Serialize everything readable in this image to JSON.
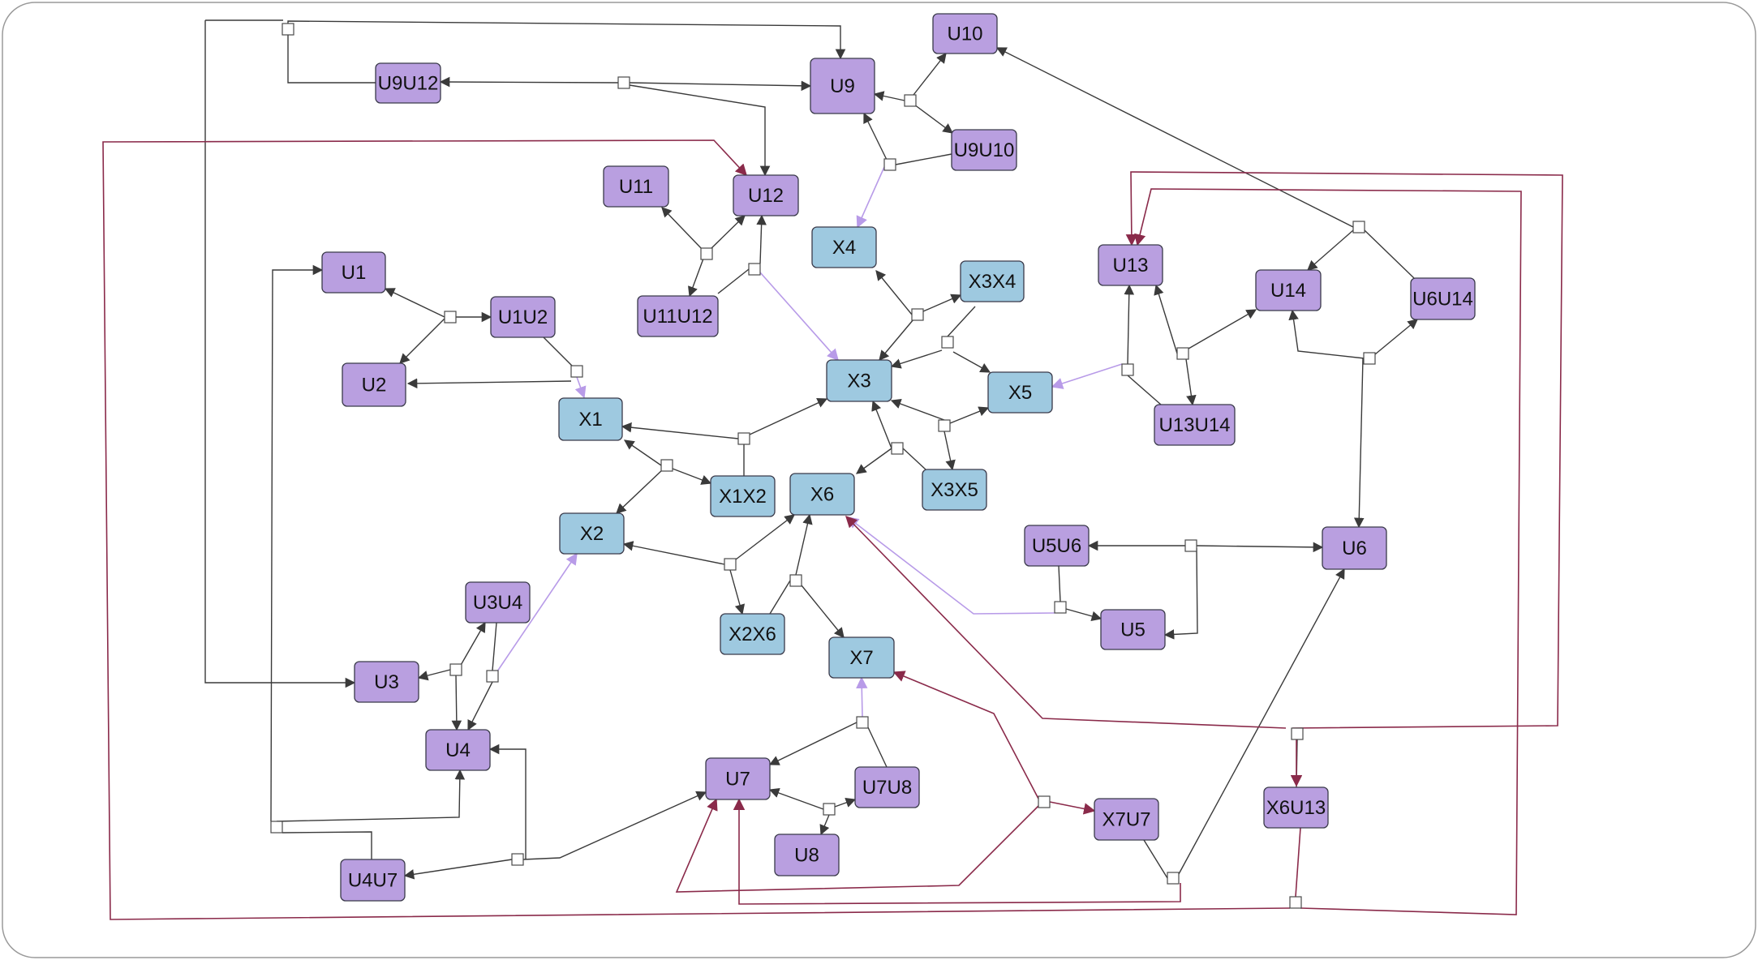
{
  "diagram": {
    "colors": {
      "purple_node": "#b99fe0",
      "blue_node": "#9ec9e0",
      "node_border": "#3a3a4a",
      "edge_dark": "#3a3a3a",
      "edge_lilac": "#b89be8",
      "edge_maroon": "#8a2a4a",
      "junction_fill": "#ffffff"
    },
    "nodes": [
      {
        "id": "U10",
        "label": "U10",
        "kind": "purple"
      },
      {
        "id": "U9",
        "label": "U9",
        "kind": "purple"
      },
      {
        "id": "U9U12",
        "label": "U9U12",
        "kind": "purple"
      },
      {
        "id": "U9U10",
        "label": "U9U10",
        "kind": "purple"
      },
      {
        "id": "U11",
        "label": "U11",
        "kind": "purple"
      },
      {
        "id": "U12",
        "label": "U12",
        "kind": "purple"
      },
      {
        "id": "U11U12",
        "label": "U11U12",
        "kind": "purple"
      },
      {
        "id": "U1",
        "label": "U1",
        "kind": "purple"
      },
      {
        "id": "U1U2",
        "label": "U1U2",
        "kind": "purple"
      },
      {
        "id": "U2",
        "label": "U2",
        "kind": "purple"
      },
      {
        "id": "X4",
        "label": "X4",
        "kind": "blue"
      },
      {
        "id": "X3X4",
        "label": "X3X4",
        "kind": "blue"
      },
      {
        "id": "X3",
        "label": "X3",
        "kind": "blue"
      },
      {
        "id": "X5",
        "label": "X5",
        "kind": "blue"
      },
      {
        "id": "X1",
        "label": "X1",
        "kind": "blue"
      },
      {
        "id": "X1X2",
        "label": "X1X2",
        "kind": "blue"
      },
      {
        "id": "X6",
        "label": "X6",
        "kind": "blue"
      },
      {
        "id": "X3X5",
        "label": "X3X5",
        "kind": "blue"
      },
      {
        "id": "X2",
        "label": "X2",
        "kind": "blue"
      },
      {
        "id": "X2X6",
        "label": "X2X6",
        "kind": "blue"
      },
      {
        "id": "X7",
        "label": "X7",
        "kind": "blue"
      },
      {
        "id": "U13",
        "label": "U13",
        "kind": "purple"
      },
      {
        "id": "U14",
        "label": "U14",
        "kind": "purple"
      },
      {
        "id": "U6U14",
        "label": "U6U14",
        "kind": "purple"
      },
      {
        "id": "U13U14",
        "label": "U13U14",
        "kind": "purple"
      },
      {
        "id": "U5U6",
        "label": "U5U6",
        "kind": "purple"
      },
      {
        "id": "U6",
        "label": "U6",
        "kind": "purple"
      },
      {
        "id": "U5",
        "label": "U5",
        "kind": "purple"
      },
      {
        "id": "U3U4",
        "label": "U3U4",
        "kind": "purple"
      },
      {
        "id": "U3",
        "label": "U3",
        "kind": "purple"
      },
      {
        "id": "U4",
        "label": "U4",
        "kind": "purple"
      },
      {
        "id": "U7",
        "label": "U7",
        "kind": "purple"
      },
      {
        "id": "U7U8",
        "label": "U7U8",
        "kind": "purple"
      },
      {
        "id": "U8",
        "label": "U8",
        "kind": "purple"
      },
      {
        "id": "U4U7",
        "label": "U4U7",
        "kind": "purple"
      },
      {
        "id": "X7U7",
        "label": "X7U7",
        "kind": "purple"
      },
      {
        "id": "X6U13",
        "label": "X6U13",
        "kind": "purple"
      }
    ]
  }
}
